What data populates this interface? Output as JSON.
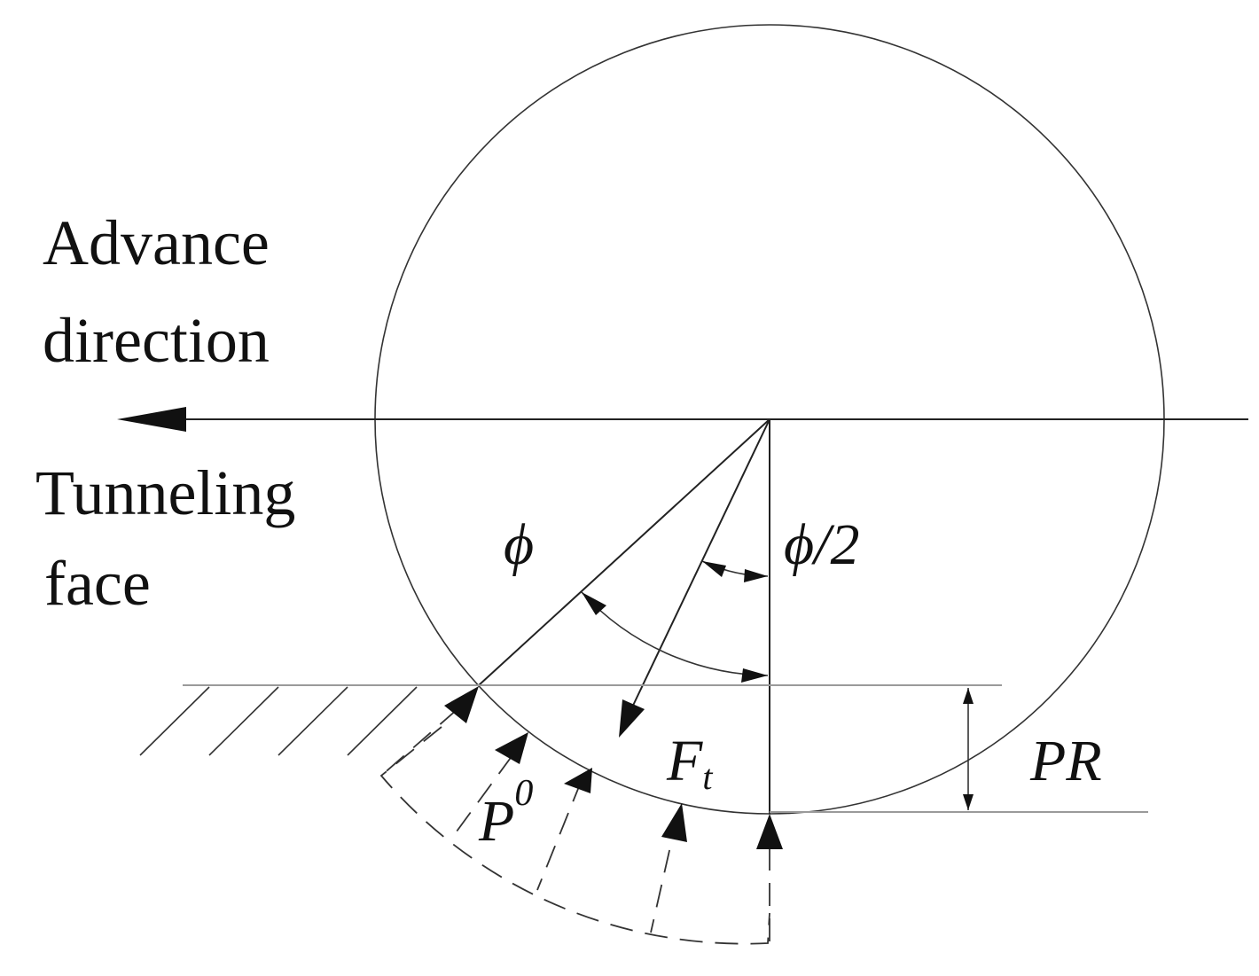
{
  "labels": {
    "advance_line1": "Advance",
    "advance_line2": "direction",
    "face_line1": "Tunneling",
    "face_line2": "face",
    "phi": "ϕ",
    "phi_half": "ϕ/2",
    "force_main": "F",
    "force_sub": "t",
    "pressure_main": "P",
    "pressure_sup": "0",
    "penetration": "PR"
  },
  "colors": {
    "ink": "#111111",
    "ground_line": "#9a9a9a"
  }
}
